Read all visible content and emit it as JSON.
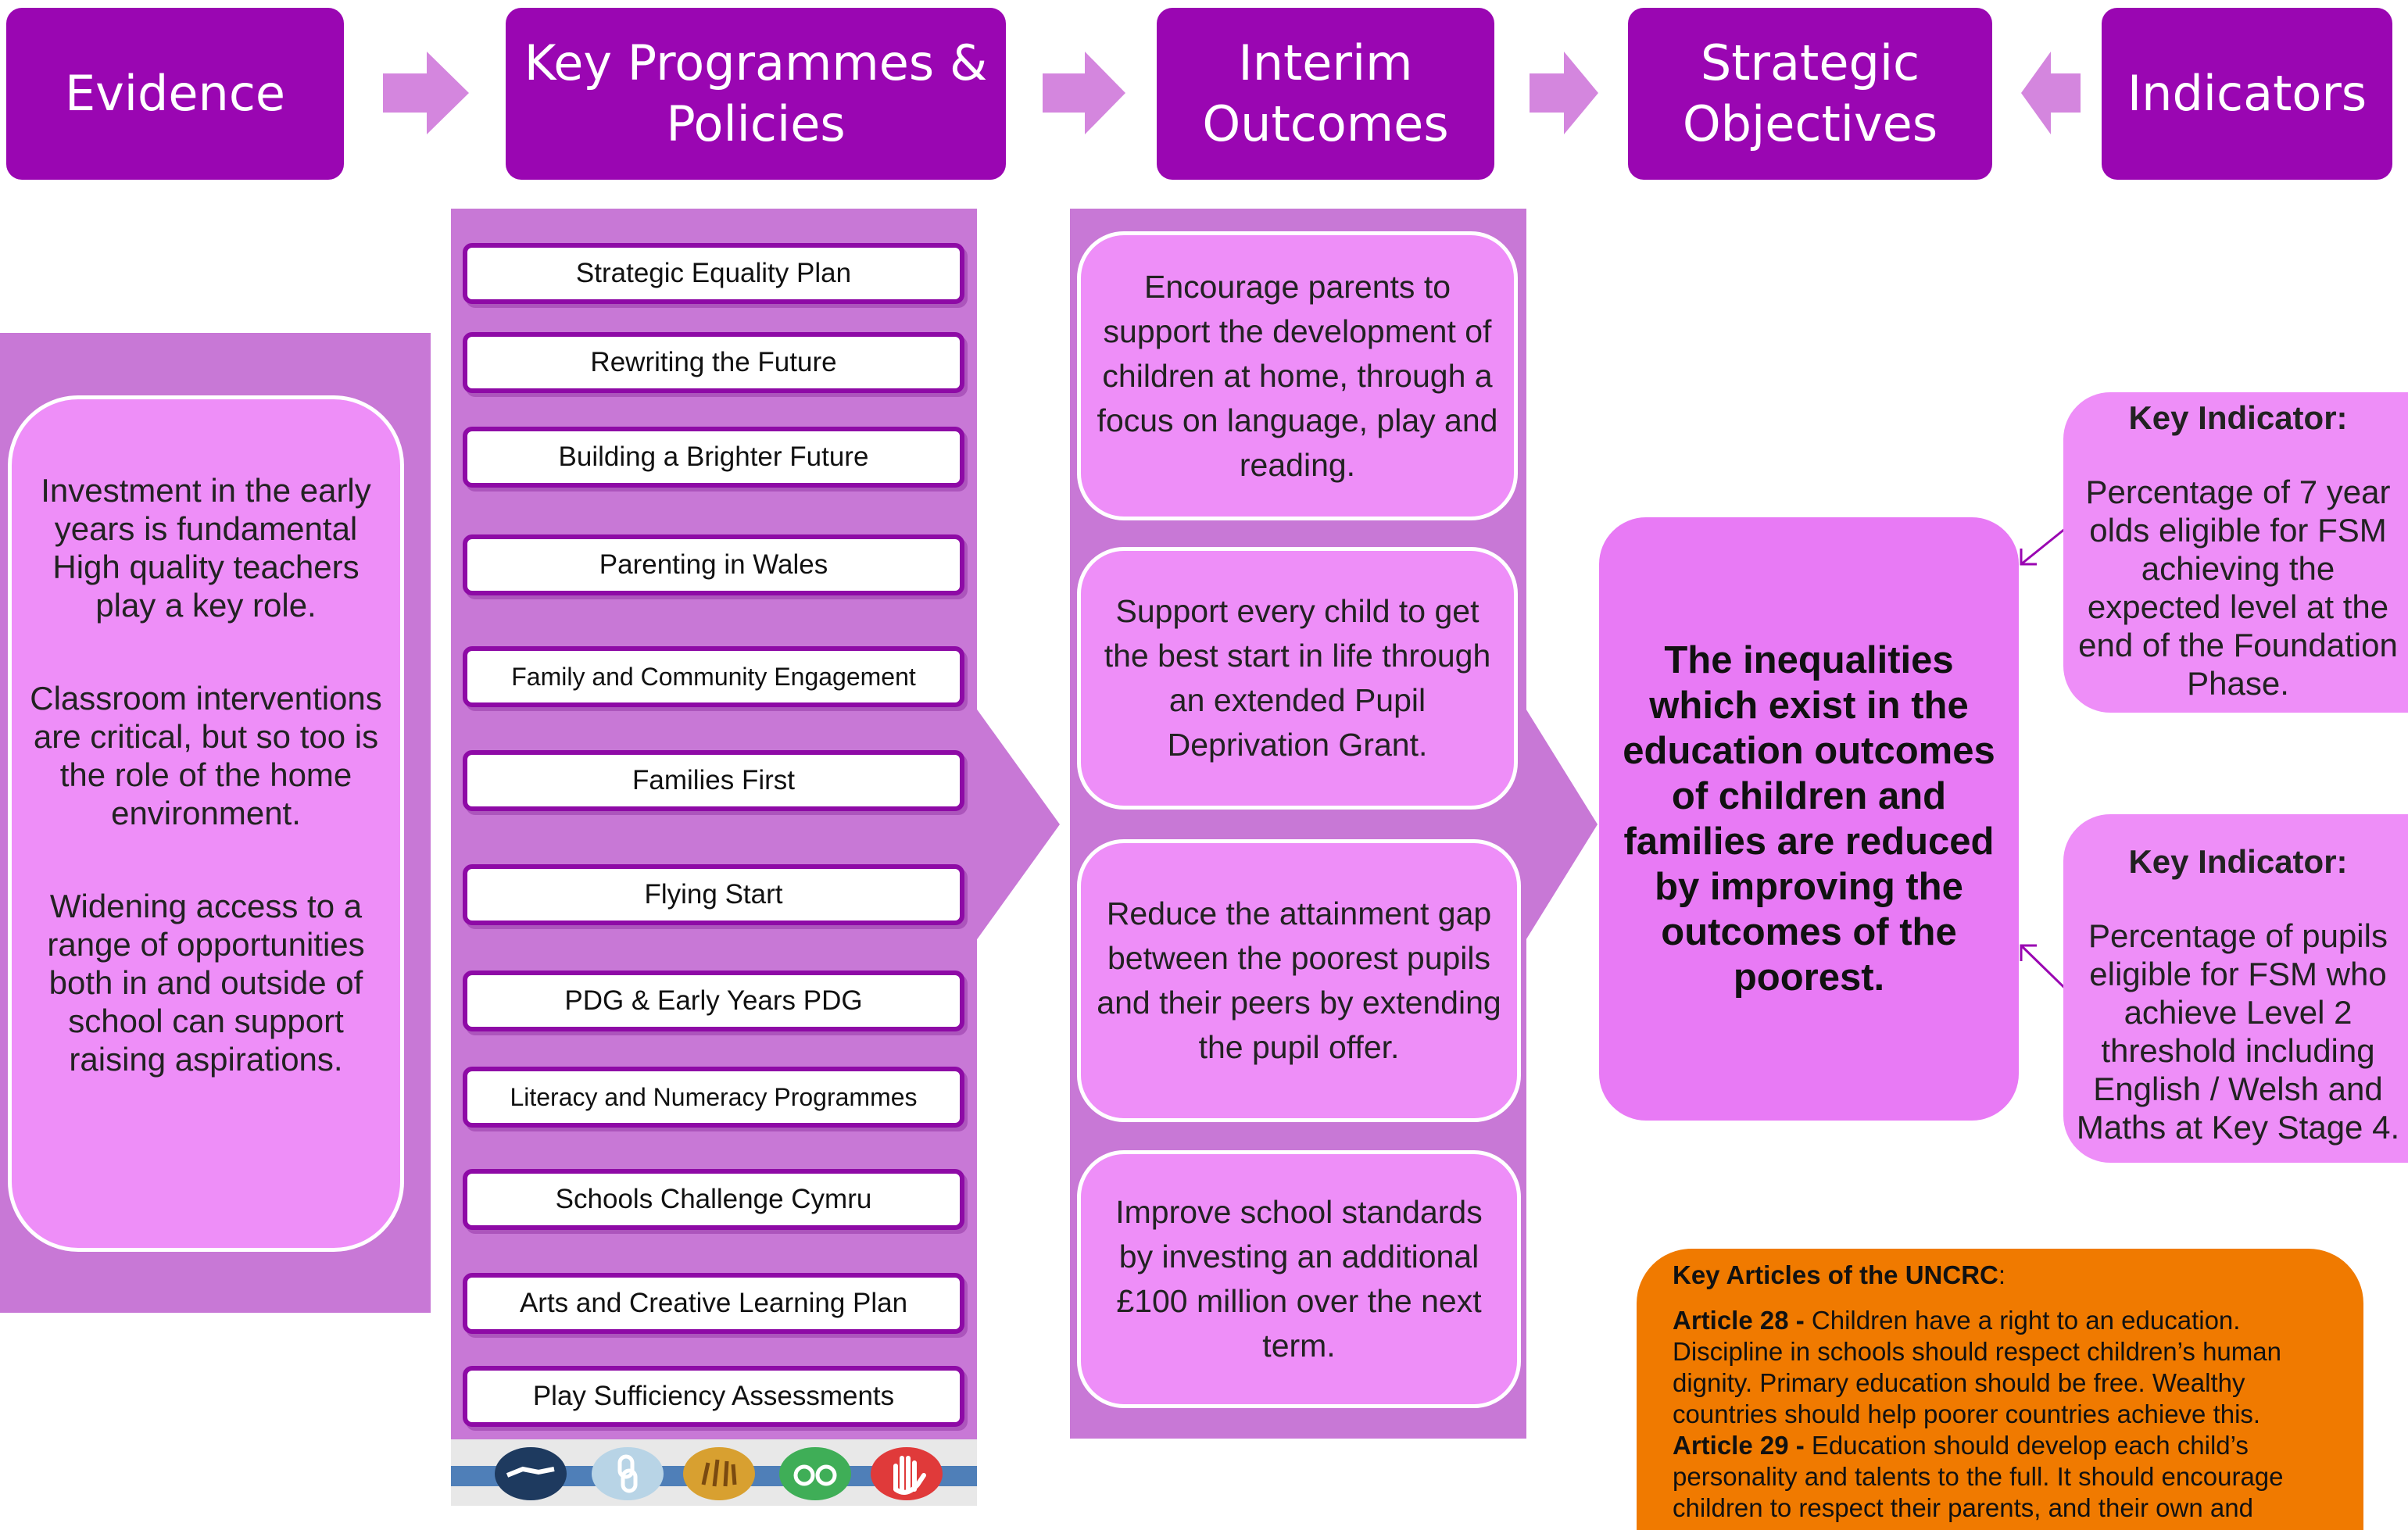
{
  "headers": {
    "evidence": "Evidence",
    "programmes": "Key Programmes & Policies",
    "interim": "Interim Outcomes",
    "strategic": "Strategic Objectives",
    "indicators": "Indicators"
  },
  "evidence": {
    "p1": "Investment in the early years is fundamental High quality teachers play a key role.",
    "p2": "Classroom interventions are critical, but so too is the role of the home environment.",
    "p3": "Widening access to a range of opportunities both in and outside of school can support raising aspirations."
  },
  "programmes": [
    "Strategic Equality Plan",
    "Rewriting the Future",
    "Building a Brighter Future",
    "Parenting in Wales",
    "Family and Community Engagement",
    "Families First",
    "Flying Start",
    "PDG & Early Years PDG",
    "Literacy and Numeracy Programmes",
    "Schools Challenge Cymru",
    "Arts and Creative Learning Plan",
    "Play Sufficiency Assessments"
  ],
  "outcomes": [
    "Encourage parents to support the development of children at home, through a focus on language, play and reading.",
    "Support every child to get the best start in life through an extended Pupil Deprivation Grant.",
    "Reduce the attainment gap between the poorest pupils and their peers by extending the pupil offer.",
    "Improve school standards by investing an additional £100 million over the next term."
  ],
  "objective": "The inequalities which exist in the education outcomes of children and families are reduced by improving the outcomes of the poorest.",
  "indicators": [
    {
      "title": "Key Indicator:",
      "text": "Percentage of 7 year olds eligible for FSM achieving the expected level at the end of the Foundation Phase."
    },
    {
      "title": "Key Indicator:",
      "text": "Percentage of pupils eligible for FSM who achieve Level 2 threshold including English / Welsh and Maths at Key Stage 4."
    }
  ],
  "uncrc": {
    "heading": "Key Articles of the UNCRC",
    "heading_suffix": ":",
    "a28_label": "Article 28 -",
    "a28_text": " Children have a right to an education. Discipline in schools should respect children’s human dignity. Primary education should be free. Wealthy countries should help poorer countries achieve this.",
    "a29_label": "Article 29 -",
    "a29_text": " Education should develop each child’s personality and talents to the full. It should encourage children to respect their parents, and their own and"
  },
  "icons": [
    "handshake-icon",
    "link-icon",
    "hands-raised-icon",
    "binoculars-icon",
    "raised-hand-icon"
  ],
  "colors": {
    "header_purple": "#9a06b2",
    "column_bg": "#c878d6",
    "box_pink": "#ee8ef8",
    "objective_pink": "#e87af5",
    "uncrc_orange": "#f07a00",
    "arrow_light": "#d486de"
  }
}
